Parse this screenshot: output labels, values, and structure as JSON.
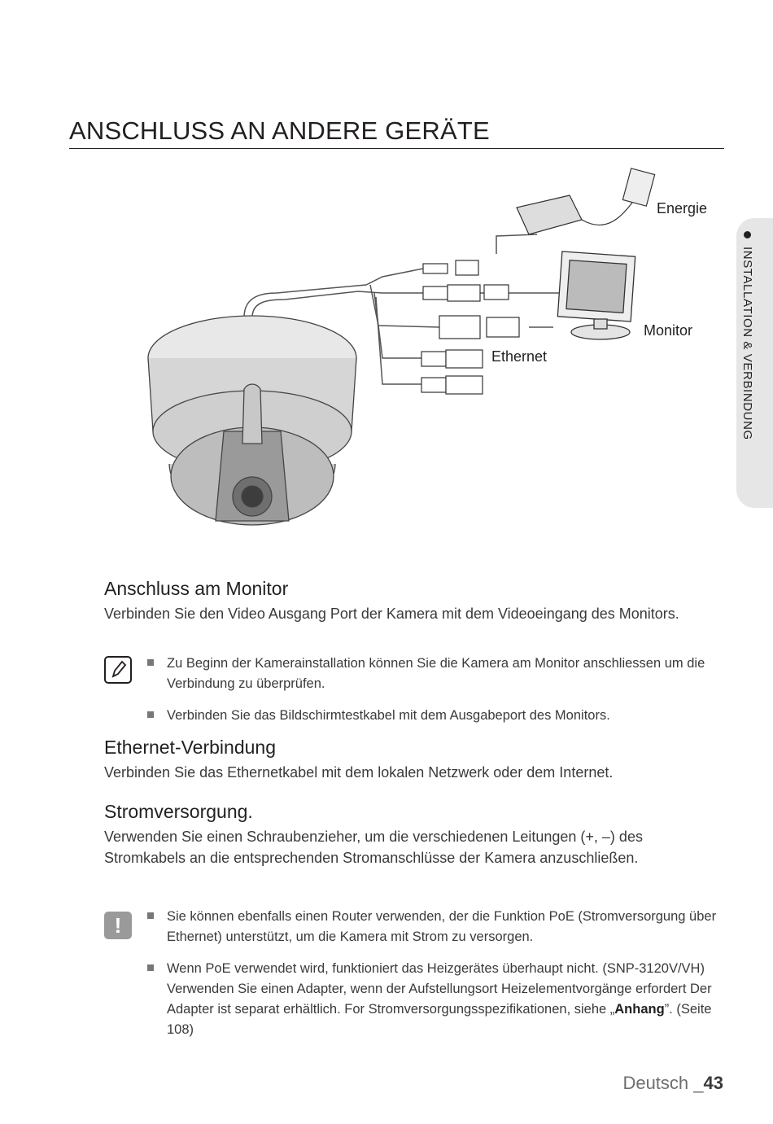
{
  "header": {
    "title": "ANSCHLUSS AN ANDERE GERÄTE"
  },
  "side_tab": {
    "label": "INSTALLATION & VERBINDUNG"
  },
  "diagram": {
    "labels": {
      "power": "Energie",
      "monitor": "Monitor",
      "ethernet": "Ethernet"
    }
  },
  "sections": [
    {
      "heading": "Anschluss am Monitor",
      "body": "Verbinden Sie den Video Ausgang Port der Kamera mit dem Videoeingang des Monitors."
    },
    {
      "heading": "Ethernet-Verbindung",
      "body": "Verbinden Sie das Ethernetkabel mit dem lokalen Netzwerk oder dem Internet."
    },
    {
      "heading": "Stromversorgung.",
      "body": "Verwenden Sie einen Schraubenzieher, um die verschiedenen Leitungen (+, –) des Stromkabels an die entsprechenden Stromanschlüsse der Kamera anzuschließen."
    }
  ],
  "notes": {
    "icon": "pencil-note-icon",
    "items": [
      "Zu Beginn der Kamerainstallation können Sie die Kamera am Monitor anschliessen um die Verbindung zu überprüfen.",
      "Verbinden Sie das Bildschirmtestkabel mit dem Ausgabeport des Monitors."
    ]
  },
  "warnings": {
    "icon": "exclamation-icon",
    "symbol": "!",
    "item1": "Sie können ebenfalls einen Router verwenden, der die Funktion PoE (Stromversorgung über Ethernet) unterstützt, um die Kamera mit Strom zu versorgen.",
    "item2_before": "Wenn PoE verwendet wird, funktioniert das Heizgerätes überhaupt nicht. (SNP-3120V/VH) Verwenden Sie einen Adapter, wenn der Aufstellungsort Heizelementvorgänge erfordert Der Adapter ist separat erhältlich. For Stromversorgungsspezifikationen, siehe „",
    "item2_link": "Anhang",
    "item2_after": "”. (Seite 108)"
  },
  "footer": {
    "language": "Deutsch _",
    "page": "43"
  },
  "colors": {
    "text": "#231f20",
    "body_text": "#3a3a3a",
    "tab_bg": "#e6e6e6",
    "warn_icon": "#9a9a9a"
  }
}
